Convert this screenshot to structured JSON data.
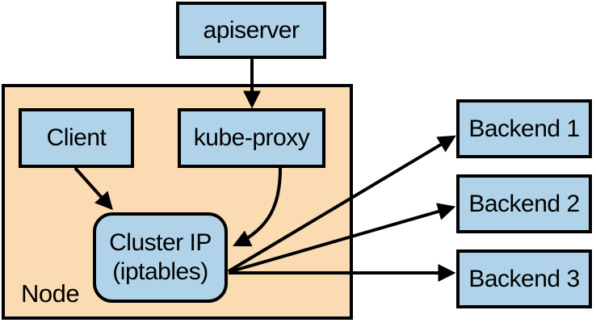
{
  "diagram": {
    "type": "kubernetes-cluster-ip-routing",
    "background": "#ffffff"
  },
  "colors": {
    "box_fill": "#b1d3e9",
    "node_container_fill": "#fbdcb2",
    "stroke": "#000000",
    "text": "#000000"
  },
  "nodes": {
    "apiserver": {
      "label": "apiserver"
    },
    "node_container": {
      "label": "Node"
    },
    "client": {
      "label": "Client"
    },
    "kube_proxy": {
      "label": "kube-proxy"
    },
    "cluster_ip": {
      "line1": "Cluster IP",
      "line2": "(iptables)"
    },
    "backend1": {
      "label": "Backend 1"
    },
    "backend2": {
      "label": "Backend 2"
    },
    "backend3": {
      "label": "Backend 3"
    }
  },
  "edges": [
    {
      "from": "apiserver",
      "to": "kube-proxy",
      "style": "straight-vertical"
    },
    {
      "from": "Client",
      "to": "Cluster IP (iptables)",
      "style": "diagonal"
    },
    {
      "from": "kube-proxy",
      "to": "Cluster IP (iptables)",
      "style": "curved"
    },
    {
      "from": "Cluster IP (iptables)",
      "to": "Backend 1",
      "style": "diagonal"
    },
    {
      "from": "Cluster IP (iptables)",
      "to": "Backend 2",
      "style": "diagonal"
    },
    {
      "from": "Cluster IP (iptables)",
      "to": "Backend 3",
      "style": "straight-horizontal"
    }
  ]
}
